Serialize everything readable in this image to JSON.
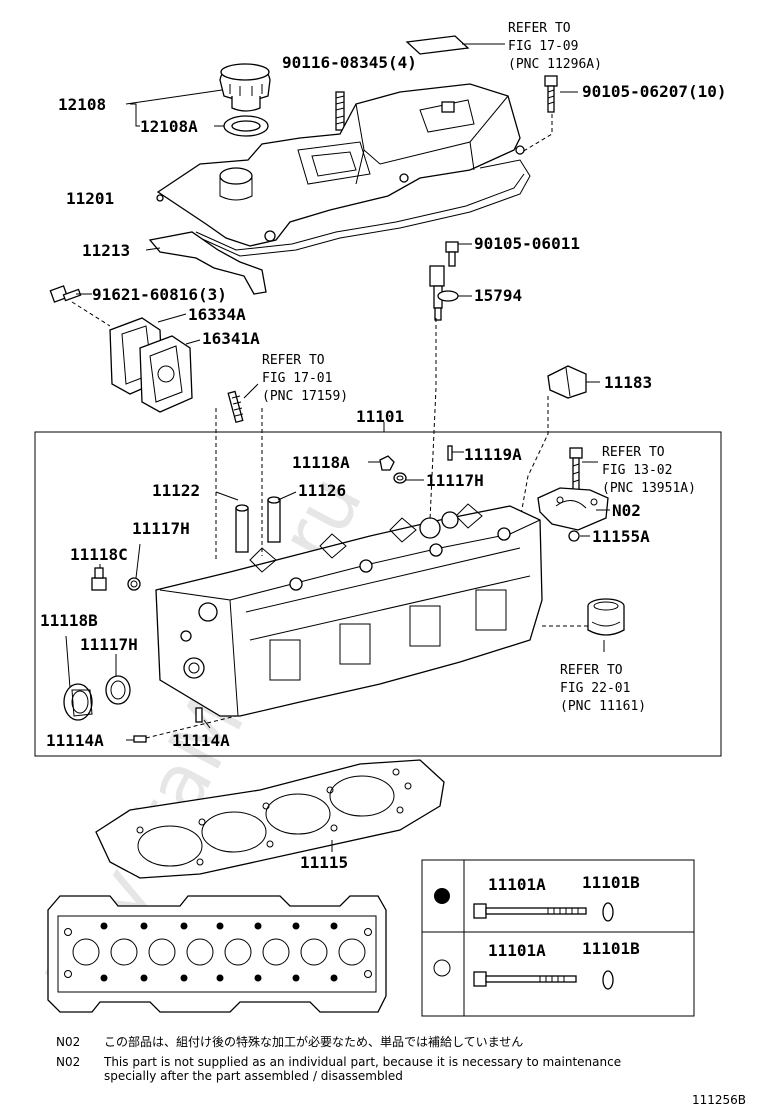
{
  "watermark": "ToyotaMiner.ru",
  "parts": {
    "p12108": "12108",
    "p12108A": "12108A",
    "p11201": "11201",
    "p11213": "11213",
    "p90116": "90116-08345(4)",
    "p90105_06207": "90105-06207(10)",
    "p90105_06011": "90105-06011",
    "p15794": "15794",
    "p91621": "91621-60816(3)",
    "p16334A": "16334A",
    "p16341A": "16341A",
    "p11183": "11183",
    "p11101": "11101",
    "p11118A": "11118A",
    "p11119A": "11119A",
    "p11117H_a": "11117H",
    "p11122": "11122",
    "p11126": "11126",
    "pN02": "N02",
    "p11117H_b": "11117H",
    "p11155A": "11155A",
    "p11118C": "11118C",
    "p11118B": "11118B",
    "p11117H_c": "11117H",
    "p11114A_a": "11114A",
    "p11114A_b": "11114A",
    "p11115": "11115"
  },
  "refs": {
    "r1": [
      "REFER TO",
      "FIG 17-09",
      "(PNC 11296A)"
    ],
    "r2": [
      "REFER TO",
      "FIG 17-01",
      "(PNC 17159)"
    ],
    "r3": [
      "REFER TO",
      "FIG 13-02",
      "(PNC 13951A)"
    ],
    "r4": [
      "REFER TO",
      "FIG 22-01",
      "(PNC 11161)"
    ]
  },
  "table": {
    "row1": {
      "bolt": "11101A",
      "washer": "11101B",
      "marker": "filled-circle"
    },
    "row2": {
      "bolt": "11101A",
      "washer": "11101B",
      "marker": "open-circle"
    }
  },
  "notes": {
    "code1": "N02",
    "text1": "この部品は、組付け後の特殊な加工が必要なため、単品では補給していません",
    "code2": "N02",
    "text2": "This part is not supplied as an individual part, because it is necessary to maintenance",
    "text3": "specially after the part assembled / disassembled"
  },
  "figure_id": "111256B"
}
